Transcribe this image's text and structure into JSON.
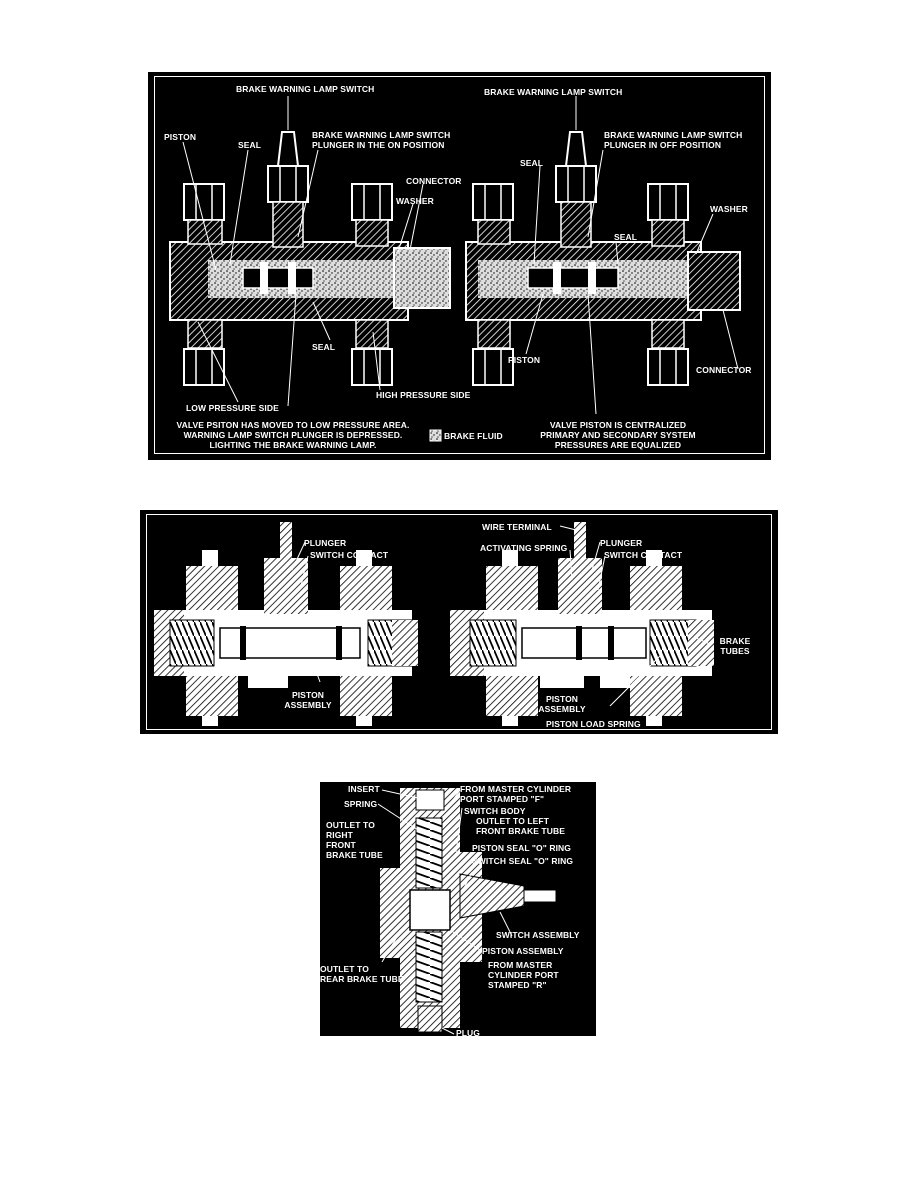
{
  "figure1": {
    "left": {
      "switch_label": "BRAKE WARNING LAMP SWITCH",
      "piston": "PISTON",
      "seal_top": "SEAL",
      "plunger_on": "BRAKE WARNING LAMP SWITCH\nPLUNGER IN THE ON POSITION",
      "connector": "CONNECTOR",
      "washer": "WASHER",
      "seal_bottom": "SEAL",
      "low_pressure": "LOW PRESSURE SIDE",
      "high_pressure": "HIGH PRESSURE SIDE",
      "caption": "VALVE PSITON HAS MOVED TO LOW PRESSURE AREA.\nWARNING LAMP SWITCH PLUNGER IS DEPRESSED.\nLIGHTING THE BRAKE WARNING LAMP."
    },
    "legend": "BRAKE FLUID",
    "right": {
      "switch_label": "BRAKE WARNING LAMP SWITCH",
      "plunger_off": "BRAKE WARNING LAMP SWITCH\nPLUNGER IN OFF POSITION",
      "seal_top": "SEAL",
      "washer": "WASHER",
      "seal_mid": "SEAL",
      "piston": "PISTON",
      "connector": "CONNECTOR",
      "caption": "VALVE PISTON IS CENTRALIZED\nPRIMARY AND SECONDARY SYSTEM\nPRESSURES ARE EQUALIZED"
    }
  },
  "figure2": {
    "left": {
      "plunger": "PLUNGER",
      "switch_contact": "SWITCH CONTACT",
      "piston_assembly": "PISTON\nASSEMBLY"
    },
    "right": {
      "wire_terminal": "WIRE TERMINAL",
      "activating_spring": "ACTIVATING SPRING",
      "plunger": "PLUNGER",
      "switch_contact": "SWITCH CONTACT",
      "brake_tubes": "BRAKE\nTUBES",
      "piston_assembly": "PISTON\nASSEMBLY",
      "piston_load_spring": "PISTON LOAD SPRING"
    }
  },
  "figure3": {
    "insert": "INSERT",
    "spring": "SPRING",
    "outlet_right_front": "OUTLET TO\nRIGHT\nFRONT\nBRAKE TUBE",
    "outlet_rear": "OUTLET TO\nREAR BRAKE TUBE",
    "from_master_f": "FROM MASTER CYLINDER\nPORT STAMPED \"F\"",
    "switch_body": "SWITCH BODY",
    "outlet_left_front": "OUTLET TO LEFT\nFRONT BRAKE TUBE",
    "piston_seal": "PISTON SEAL \"O\" RING",
    "switch_seal": "SWITCH SEAL \"O\" RING",
    "switch_assembly": "SWITCH ASSEMBLY",
    "piston_assembly": "PISTON ASSEMBLY",
    "from_master_r": "FROM MASTER\nCYLINDER PORT\nSTAMPED \"R\"",
    "plug": "PLUG"
  }
}
